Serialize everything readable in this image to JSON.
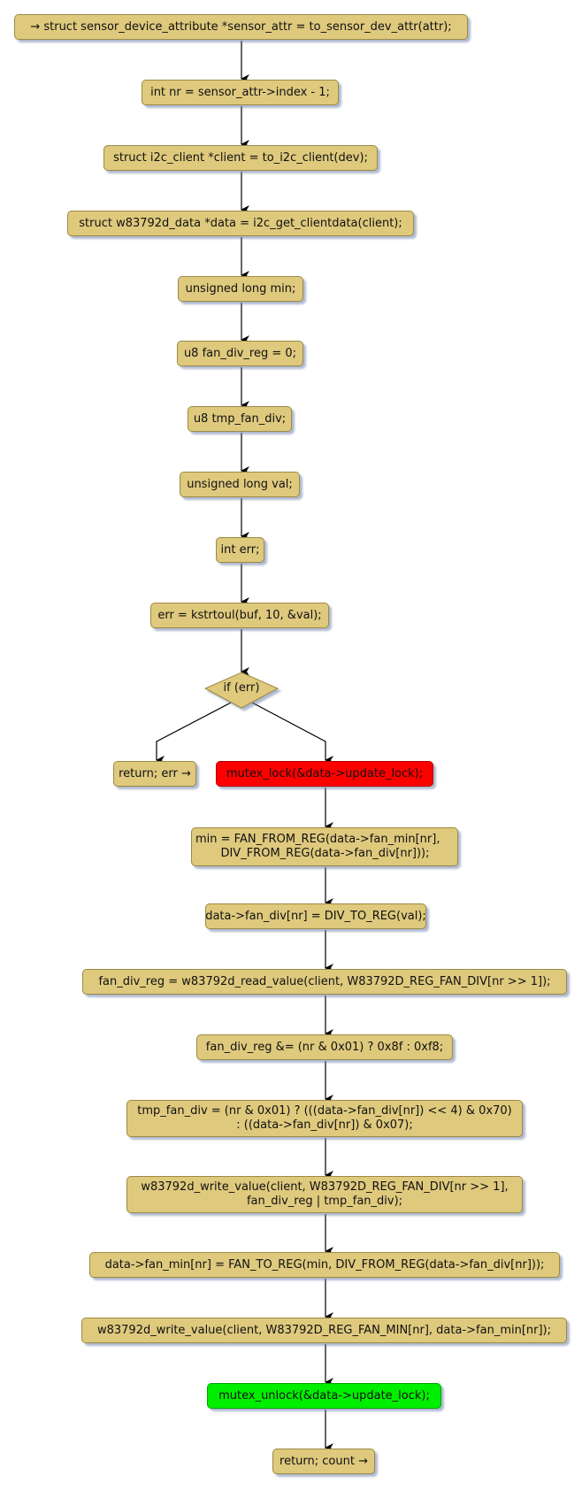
{
  "diagram": {
    "type": "flowchart",
    "nodes": [
      {
        "id": "n1",
        "text": "→ struct sensor_device_attribute *sensor_attr = to_sensor_dev_attr(attr);",
        "kind": "start"
      },
      {
        "id": "n2",
        "text": "int nr = sensor_attr->index - 1;"
      },
      {
        "id": "n3",
        "text": "struct i2c_client *client = to_i2c_client(dev);"
      },
      {
        "id": "n4",
        "text": "struct w83792d_data *data = i2c_get_clientdata(client);"
      },
      {
        "id": "n5",
        "text": "unsigned long min;"
      },
      {
        "id": "n6",
        "text": "u8 fan_div_reg = 0;"
      },
      {
        "id": "n7",
        "text": "u8 tmp_fan_div;"
      },
      {
        "id": "n8",
        "text": "unsigned long val;"
      },
      {
        "id": "n9",
        "text": "int err;"
      },
      {
        "id": "n10",
        "text": "err = kstrtoul(buf, 10, &val);"
      },
      {
        "id": "d1",
        "text": "if (err)",
        "kind": "decision"
      },
      {
        "id": "n11",
        "text": "return; err →",
        "kind": "end"
      },
      {
        "id": "n12",
        "text": "mutex_lock(&data->update_lock);",
        "highlight": "#ff0000"
      },
      {
        "id": "n13",
        "text": "min = FAN_FROM_REG(data->fan_min[nr],\n    DIV_FROM_REG(data->fan_div[nr]));"
      },
      {
        "id": "n14",
        "text": "data->fan_div[nr] = DIV_TO_REG(val);"
      },
      {
        "id": "n15",
        "text": "fan_div_reg = w83792d_read_value(client, W83792D_REG_FAN_DIV[nr >> 1]);"
      },
      {
        "id": "n16",
        "text": "fan_div_reg &= (nr & 0x01) ? 0x8f : 0xf8;"
      },
      {
        "id": "n17",
        "text": "tmp_fan_div = (nr & 0x01) ? (((data->fan_div[nr]) << 4) & 0x70)\n: ((data->fan_div[nr]) & 0x07);"
      },
      {
        "id": "n18",
        "text": "w83792d_write_value(client, W83792D_REG_FAN_DIV[nr >> 1],\nfan_div_reg | tmp_fan_div);"
      },
      {
        "id": "n19",
        "text": "data->fan_min[nr] = FAN_TO_REG(min, DIV_FROM_REG(data->fan_div[nr]));"
      },
      {
        "id": "n20",
        "text": "w83792d_write_value(client, W83792D_REG_FAN_MIN[nr], data->fan_min[nr]);"
      },
      {
        "id": "n21",
        "text": "mutex_unlock(&data->update_lock);",
        "highlight": "#00ee00"
      },
      {
        "id": "n22",
        "text": "return; count →",
        "kind": "end"
      }
    ],
    "edges": [
      [
        "n1",
        "n2"
      ],
      [
        "n2",
        "n3"
      ],
      [
        "n3",
        "n4"
      ],
      [
        "n4",
        "n5"
      ],
      [
        "n5",
        "n6"
      ],
      [
        "n6",
        "n7"
      ],
      [
        "n7",
        "n8"
      ],
      [
        "n8",
        "n9"
      ],
      [
        "n9",
        "n10"
      ],
      [
        "n10",
        "d1"
      ],
      [
        "d1",
        "n11"
      ],
      [
        "d1",
        "n12"
      ],
      [
        "n12",
        "n13"
      ],
      [
        "n13",
        "n14"
      ],
      [
        "n14",
        "n15"
      ],
      [
        "n15",
        "n16"
      ],
      [
        "n16",
        "n17"
      ],
      [
        "n17",
        "n18"
      ],
      [
        "n18",
        "n19"
      ],
      [
        "n19",
        "n20"
      ],
      [
        "n20",
        "n21"
      ],
      [
        "n21",
        "n22"
      ]
    ],
    "colors": {
      "node_fill": "#dec97d",
      "node_border": "#9c8a44",
      "lock_fill": "#ff0000",
      "unlock_fill": "#00ee00",
      "edge": "#000000"
    }
  }
}
